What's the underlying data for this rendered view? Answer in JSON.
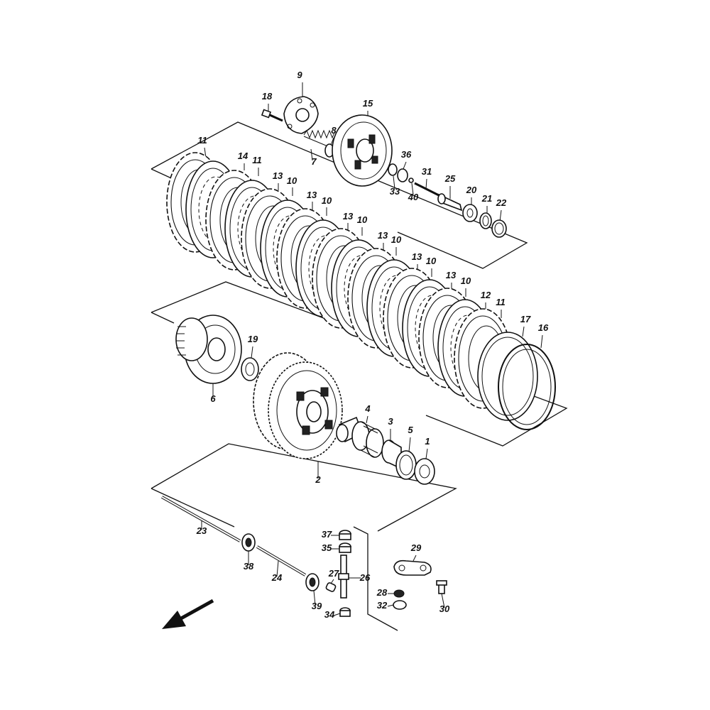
{
  "callouts": [
    {
      "id": "p9",
      "label": "9"
    },
    {
      "id": "p18",
      "label": "18"
    },
    {
      "id": "p15",
      "label": "15"
    },
    {
      "id": "p8",
      "label": "8"
    },
    {
      "id": "p7",
      "label": "7"
    },
    {
      "id": "p36",
      "label": "36"
    },
    {
      "id": "p33",
      "label": "33"
    },
    {
      "id": "p40",
      "label": "40"
    },
    {
      "id": "p31",
      "label": "31"
    },
    {
      "id": "p25",
      "label": "25"
    },
    {
      "id": "p20",
      "label": "20"
    },
    {
      "id": "p21",
      "label": "21"
    },
    {
      "id": "p22",
      "label": "22"
    },
    {
      "id": "p11a",
      "label": "11"
    },
    {
      "id": "p14",
      "label": "14"
    },
    {
      "id": "p11b",
      "label": "11"
    },
    {
      "id": "p13a",
      "label": "13"
    },
    {
      "id": "p10a",
      "label": "10"
    },
    {
      "id": "p13b",
      "label": "13"
    },
    {
      "id": "p10b",
      "label": "10"
    },
    {
      "id": "p13c",
      "label": "13"
    },
    {
      "id": "p10c",
      "label": "10"
    },
    {
      "id": "p13d",
      "label": "13"
    },
    {
      "id": "p10d",
      "label": "10"
    },
    {
      "id": "p13e",
      "label": "13"
    },
    {
      "id": "p10e",
      "label": "10"
    },
    {
      "id": "p13f",
      "label": "13"
    },
    {
      "id": "p10f",
      "label": "10"
    },
    {
      "id": "p12",
      "label": "12"
    },
    {
      "id": "p11c",
      "label": "11"
    },
    {
      "id": "p17",
      "label": "17"
    },
    {
      "id": "p16",
      "label": "16"
    },
    {
      "id": "p19",
      "label": "19"
    },
    {
      "id": "p6",
      "label": "6"
    },
    {
      "id": "p4",
      "label": "4"
    },
    {
      "id": "p3",
      "label": "3"
    },
    {
      "id": "p5",
      "label": "5"
    },
    {
      "id": "p1",
      "label": "1"
    },
    {
      "id": "p2",
      "label": "2"
    },
    {
      "id": "p23",
      "label": "23"
    },
    {
      "id": "p37",
      "label": "37"
    },
    {
      "id": "p35",
      "label": "35"
    },
    {
      "id": "p38",
      "label": "38"
    },
    {
      "id": "p24",
      "label": "24"
    },
    {
      "id": "p27",
      "label": "27"
    },
    {
      "id": "p26",
      "label": "26"
    },
    {
      "id": "p29",
      "label": "29"
    },
    {
      "id": "p28",
      "label": "28"
    },
    {
      "id": "p32",
      "label": "32"
    },
    {
      "id": "p30",
      "label": "30"
    },
    {
      "id": "p39",
      "label": "39"
    },
    {
      "id": "p34",
      "label": "34"
    }
  ]
}
